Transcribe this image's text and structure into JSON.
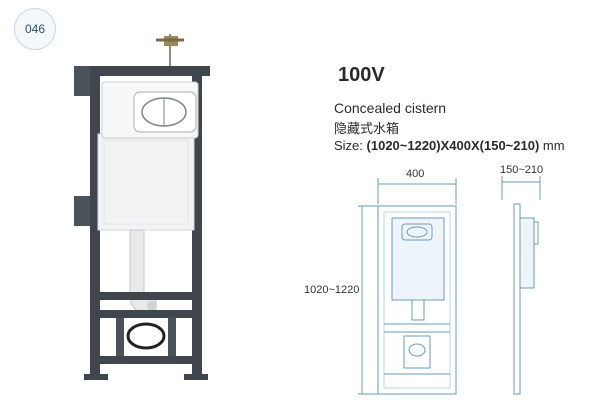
{
  "badge": {
    "number": "046"
  },
  "product": {
    "model": "100V",
    "name_en": "Concealed cistern",
    "name_cn": "隐藏式水箱",
    "size_label": "Size:",
    "size_value": "(1020~1220)X400X(150~210)",
    "size_unit": "mm"
  },
  "drawing": {
    "width_label": "400",
    "height_label": "1020~1220",
    "depth_label": "150~210"
  },
  "colors": {
    "frame": "#3f464e",
    "tank": "#f2f3f4",
    "line": "#6a9ab8",
    "line_light": "#b9d4e4"
  }
}
